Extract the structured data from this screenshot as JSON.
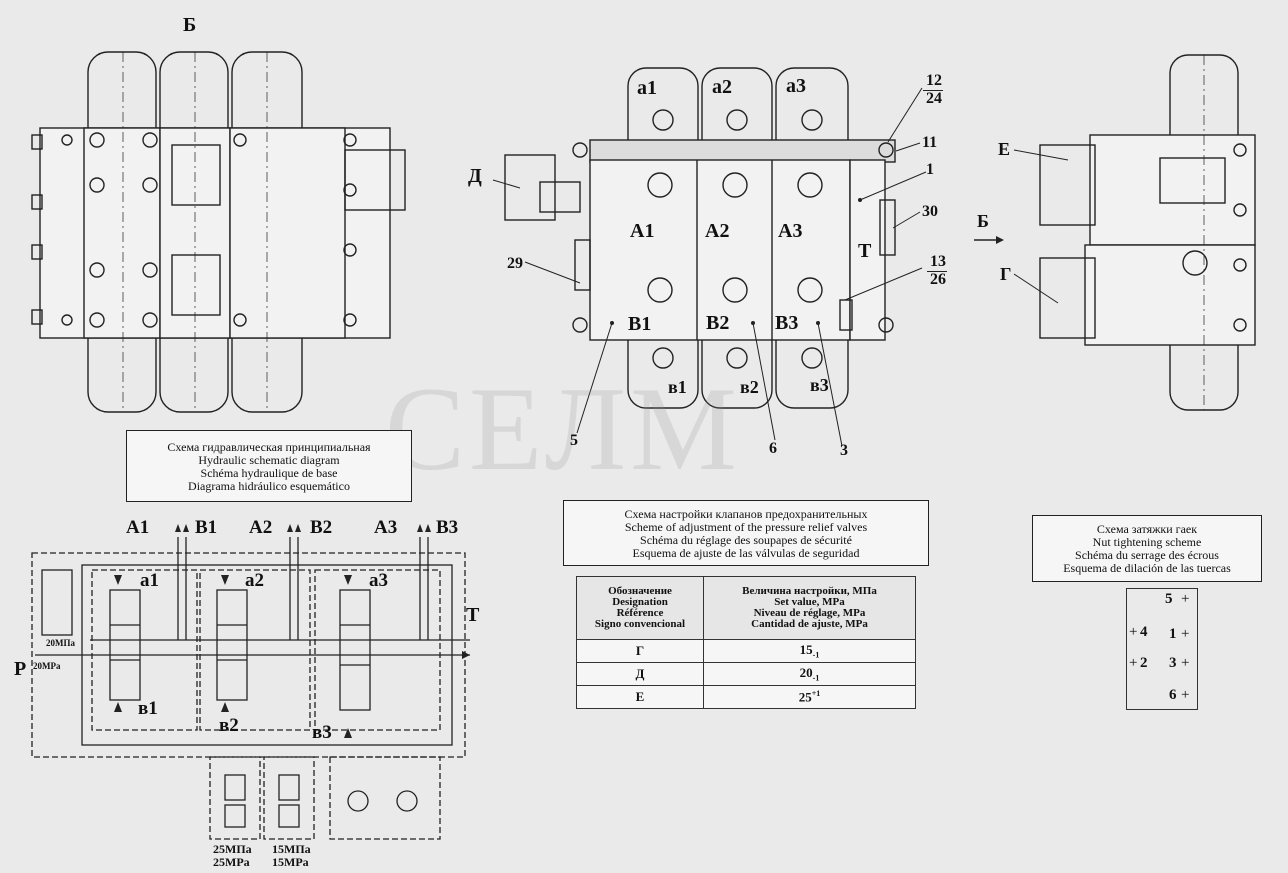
{
  "views": {
    "left_label": "Б",
    "front_labels": {
      "a1": "а1",
      "a2": "а2",
      "a3": "а3",
      "A1": "А1",
      "A2": "А2",
      "A3": "А3",
      "B1": "В1",
      "B2": "В2",
      "B3": "В3",
      "b1": "в1",
      "b2": "в2",
      "b3": "в3",
      "D": "Д",
      "T": "Т"
    },
    "callouts": [
      "12",
      "24",
      "11",
      "1",
      "30",
      "13",
      "26",
      "29",
      "5",
      "6",
      "3"
    ],
    "right_labels": {
      "E": "Е",
      "G": "Г",
      "arrow_B": "Б"
    }
  },
  "watermark": "СЕЛМ",
  "hydraulic_caption": [
    "Схема гидравлическая принципиальная",
    "Hydraulic schematic diagram",
    "Schéma hydraulique de base",
    "Diagrama hidráulico esquemático"
  ],
  "schematic_labels": {
    "ports_top": [
      "А1",
      "В1",
      "А2",
      "В2",
      "А3",
      "В3"
    ],
    "a": [
      "а1",
      "а2",
      "а3"
    ],
    "b": [
      "в1",
      "в2",
      "в3"
    ],
    "P": "Р",
    "T": "Т",
    "pressure_main": [
      "20МПа",
      "20МРа"
    ],
    "pressure_1": [
      "25МПа",
      "25МРа"
    ],
    "pressure_2": [
      "15МПа",
      "15МРа"
    ]
  },
  "relief_caption": [
    "Схема настройки клапанов предохранительных",
    "Scheme of adjustment of the pressure relief valves",
    "Schéma du réglage des soupapes de sécurité",
    "Esquema de ajuste de las válvulas de seguridad"
  ],
  "settings_table": {
    "header_designation": [
      "Обозначение",
      "Designation",
      "Référence",
      "Signo convencional"
    ],
    "header_value": [
      "Величина настройки, МПа",
      "Set value, MPa",
      "Niveau de réglage, MPa",
      "Cantidad de ajuste, MPa"
    ],
    "rows": [
      {
        "designation": "Г",
        "value": "15",
        "tol": "-1"
      },
      {
        "designation": "Д",
        "value": "20",
        "tol": "-1"
      },
      {
        "designation": "Е",
        "value": "25",
        "tol": "+1"
      }
    ]
  },
  "tightening_caption": [
    "Схема затяжки гаек",
    "Nut tightening scheme",
    "Schéma du serrage des écrous",
    "Esquema de dilación de las tuercas"
  ],
  "tightening_order": [
    "5",
    "4",
    "1",
    "2",
    "3",
    "6"
  ]
}
